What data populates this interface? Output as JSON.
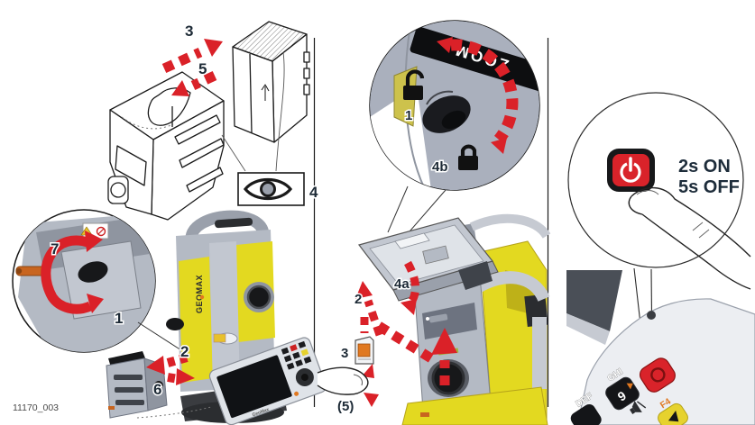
{
  "figure": {
    "id": "11170_003"
  },
  "colors": {
    "arrow_red": "#da2128",
    "label_navy": "#1d2a36",
    "instrument_yellow": "#e3d920",
    "instrument_gray": "#b4bac4",
    "stylus_orange": "#c8651f",
    "power_button_red": "#d9232a"
  },
  "panel_left": {
    "step_slide_in": "3",
    "step_slide_out": "5",
    "step_check": "4",
    "step_rotate_knob": "7",
    "step_knob": "1",
    "step_compartment_out": "2",
    "step_compartment_in": "6"
  },
  "panel_middle": {
    "step_unlock": "1",
    "step_lock": "4b",
    "step_door": "4a",
    "step_lift": "2",
    "step_card": "3",
    "step_eject": "(5)",
    "banner": "ZOOM"
  },
  "panel_right": {
    "power_on": "2s ON",
    "power_off": "5s OFF",
    "keys": {
      "def": "DEF",
      "ghi": "GHI",
      "nine": "9",
      "f4": "F4"
    }
  },
  "brand": {
    "name_vertical": "GEOMAX",
    "name_controller": "GeoMax"
  },
  "icons": {
    "eye": "eye-icon",
    "unlock": "unlock-icon",
    "lock": "lock-icon",
    "power": "power-icon",
    "rotate": "rotate-arrow-icon",
    "mute": "mute-icon"
  }
}
